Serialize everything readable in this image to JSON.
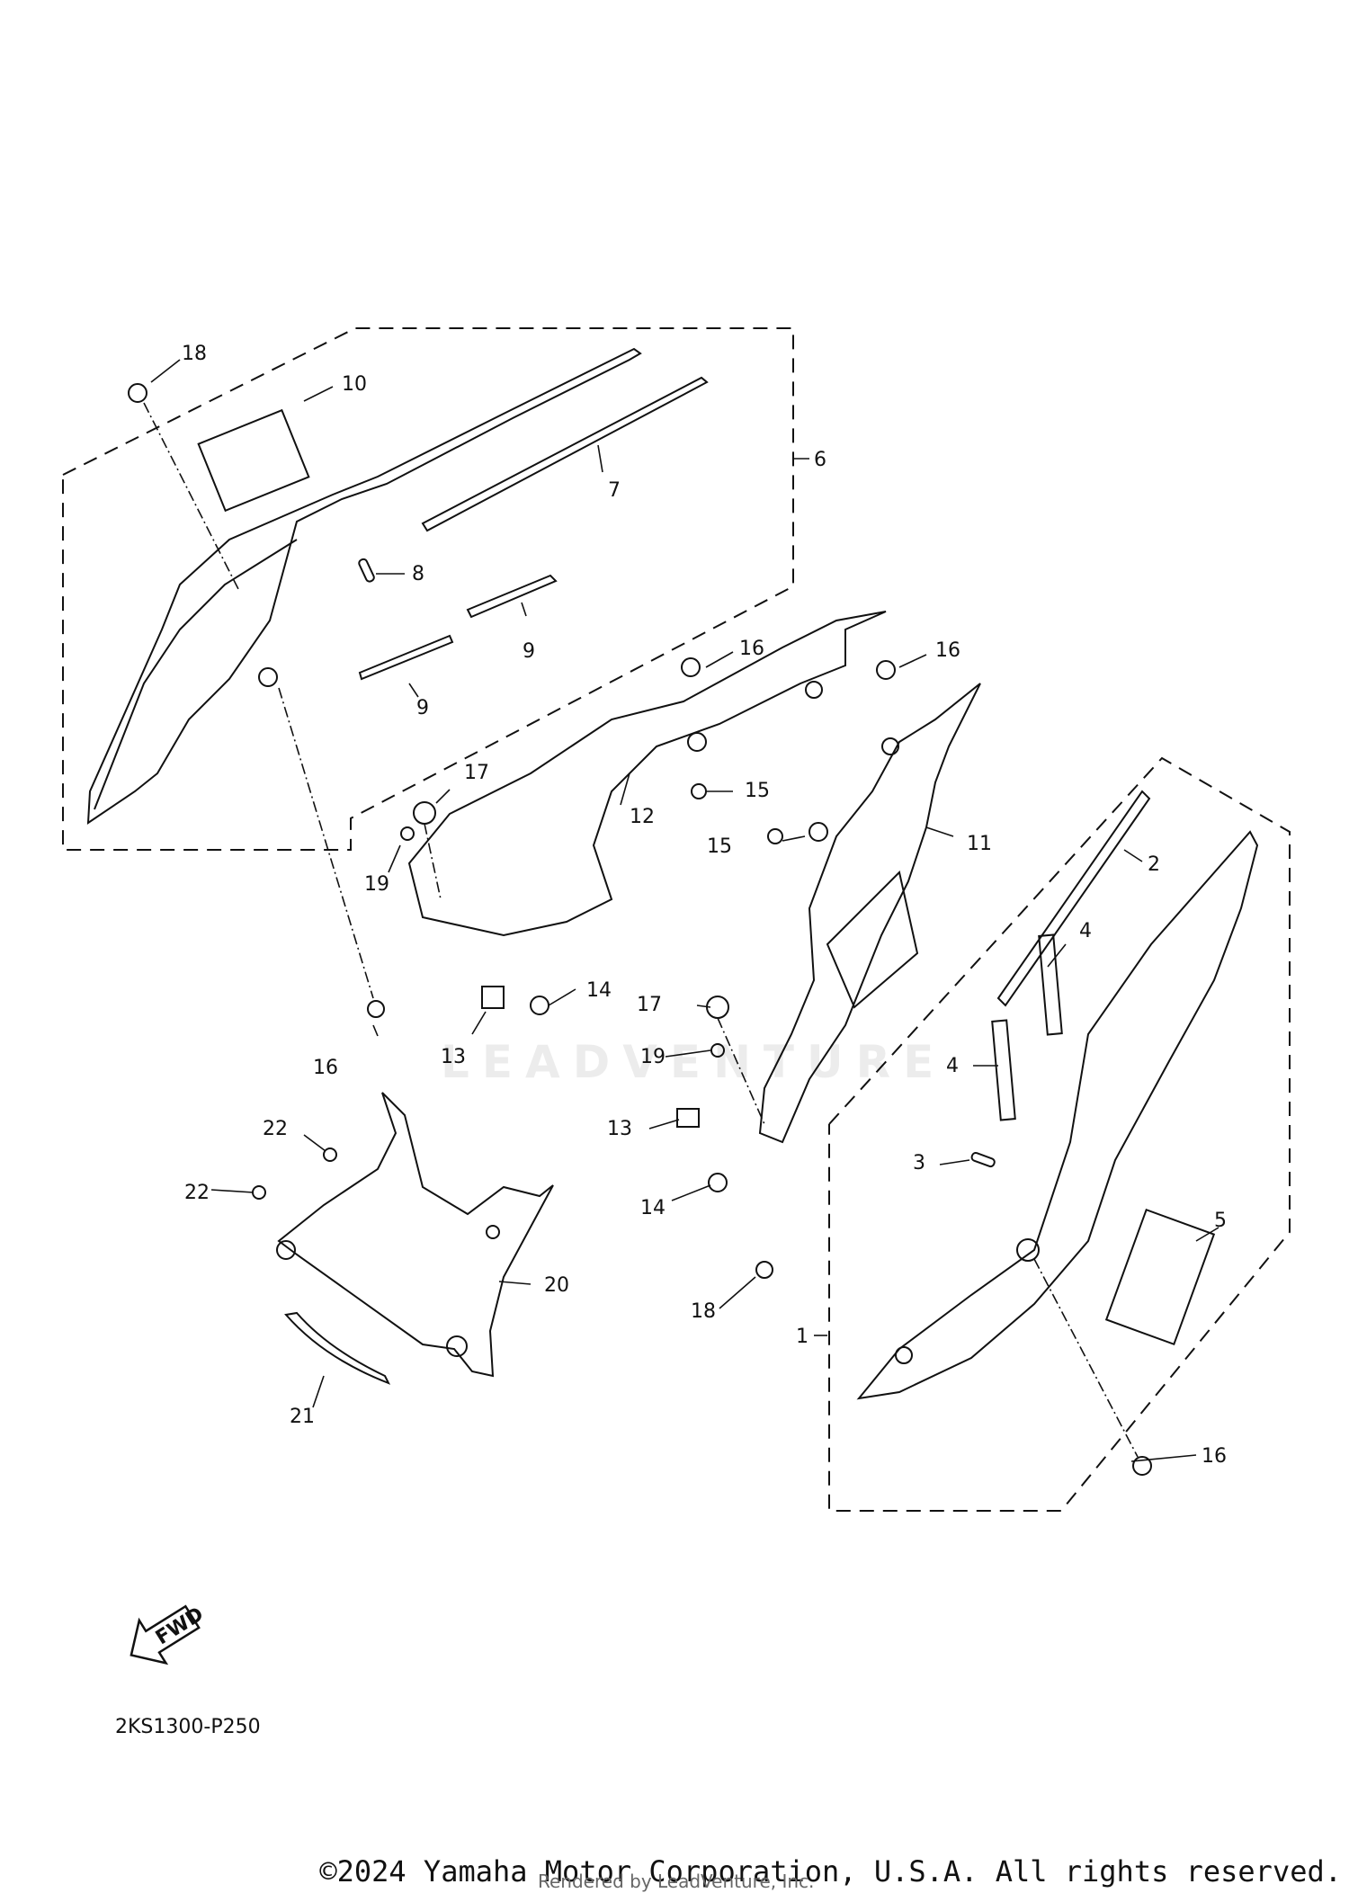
{
  "diagram": {
    "code": "2KS1300-P250",
    "fwd_label": "FWD",
    "copyright": "©2024 Yamaha Motor Corporation, U.S.A. All rights reserved.",
    "rendered_by": "Rendered by LeadVenture, Inc.",
    "watermark": "LEADVENTURE",
    "callouts": [
      "18",
      "10",
      "6",
      "7",
      "8",
      "9",
      "9",
      "16",
      "16",
      "12",
      "15",
      "15",
      "11",
      "17",
      "19",
      "14",
      "13",
      "16",
      "2",
      "4",
      "4",
      "17",
      "19",
      "13",
      "14",
      "3",
      "22",
      "22",
      "5",
      "20",
      "18",
      "1",
      "21",
      "16"
    ]
  }
}
